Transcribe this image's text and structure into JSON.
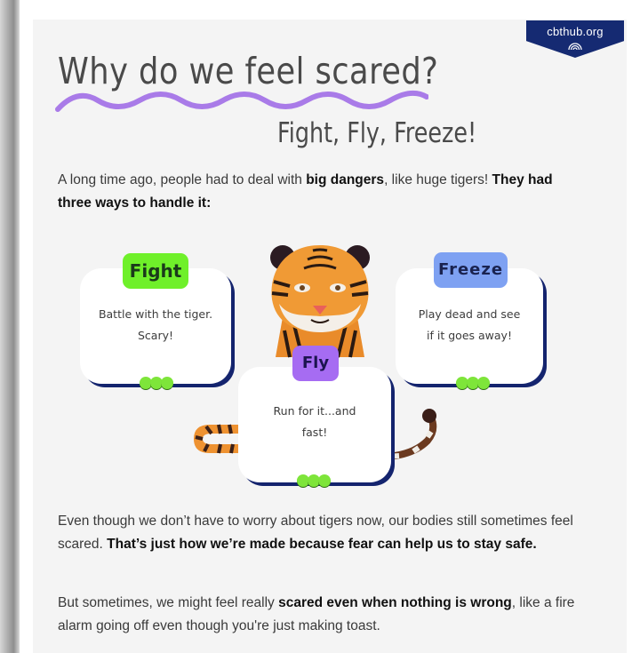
{
  "brand": {
    "label": "cbthub.org",
    "icon": "rainbow-icon",
    "color": "#152a72"
  },
  "header": {
    "title": "Why do we feel scared?",
    "subtitle": "Fight, Fly, Freeze!",
    "underline_color": "#a97be8"
  },
  "intro": {
    "t1": "A long time ago, people had to deal with ",
    "b1": "big dangers",
    "t2": ", like huge tigers! ",
    "b2": "They had three ways to handle it:"
  },
  "cards": {
    "fight": {
      "label": "Fight",
      "line1": "Battle with the tiger.",
      "line2": "Scary!",
      "color": "#6ff02a"
    },
    "freeze": {
      "label": "Freeze",
      "line1": "Play dead and see",
      "line2": "if it goes away!",
      "color": "#7ea1f2"
    },
    "fly": {
      "label": "Fly",
      "line1": "Run for it...and",
      "line2": "fast!",
      "color": "#a66cf2"
    }
  },
  "para2": {
    "t1": "Even though we don’t have to worry about tigers now, our bodies still sometimes feel scared. ",
    "b1": "That’s just how we’re made because fear can help us to stay safe."
  },
  "para3": {
    "t1": "But sometimes, we might feel really ",
    "b1": "scared even when nothing is wrong",
    "t2": ", like a fire alarm going off even though you're just making toast."
  }
}
